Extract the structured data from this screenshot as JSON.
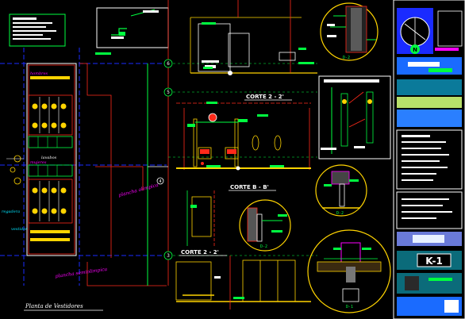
{
  "drawing": {
    "title": "Planta de Vestidores",
    "sections": [
      {
        "id": "corte-a",
        "label": "CORTE 2 - 2'"
      },
      {
        "id": "corte-b",
        "label": "CORTE B - B'"
      },
      {
        "id": "corte-c",
        "label": "CORTE 2 - 2'"
      }
    ],
    "details": [
      {
        "id": "d2-top",
        "label": "D-2"
      },
      {
        "id": "d2-mid",
        "label": "D-2"
      },
      {
        "id": "d2-low",
        "label": "D-2"
      },
      {
        "id": "d1",
        "label": "D-1"
      }
    ],
    "room_labels": [
      "hombres",
      "mujeres",
      "regadera",
      "vestidor",
      "lavabos"
    ],
    "annotations": {
      "upper": "plancha olimpica",
      "lower": "plancha semiolimpica"
    },
    "grid_axes": [
      "6",
      "5",
      "4",
      "3"
    ],
    "sheet": {
      "id": "K-1",
      "north_label": "N"
    }
  },
  "colors": {
    "background": "#000000",
    "wall": "#ff2a1a",
    "dimension": "#00ff40",
    "structure": "#1a2bff",
    "furniture": "#ffd400",
    "text": "#ffffff",
    "accent": "#ff00ff",
    "cyan": "#00e5ff"
  }
}
